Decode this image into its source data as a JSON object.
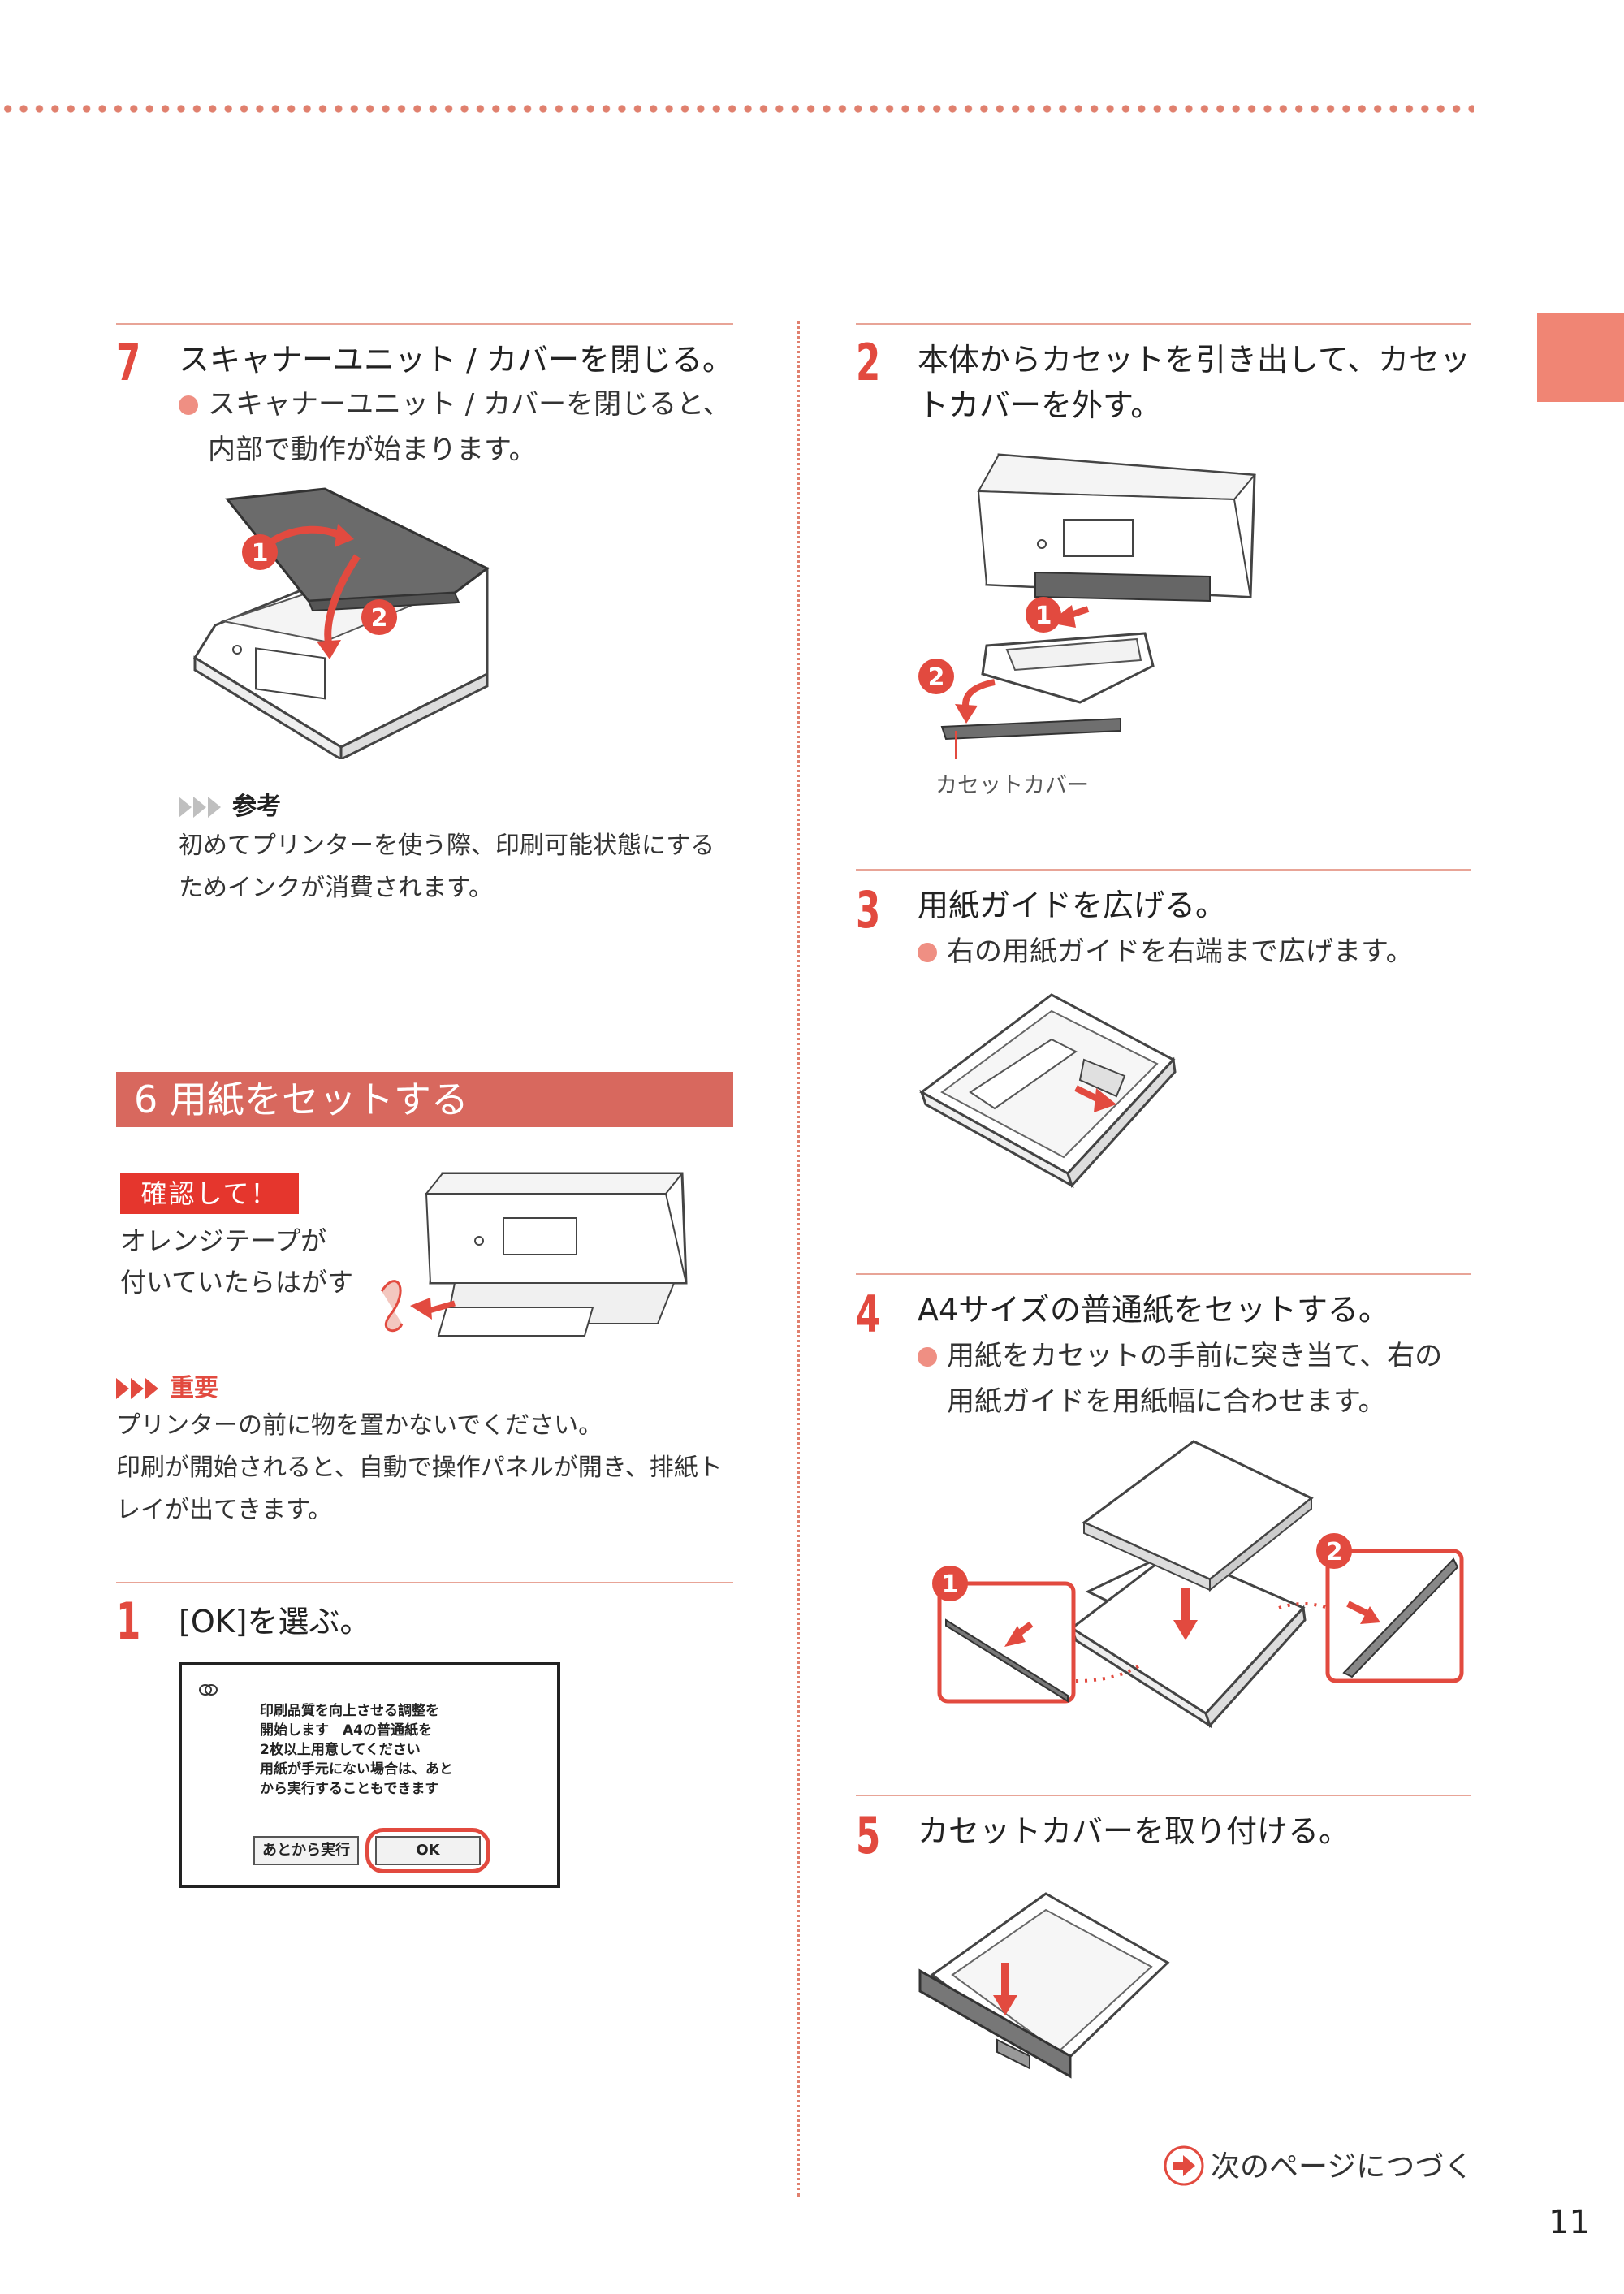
{
  "left": {
    "step7": {
      "number": "7",
      "title": "スキャナーユニット / カバーを閉じる。",
      "bullet_line1": "スキャナーユニット / カバーを閉じると、",
      "bullet_line2": "内部で動作が始まります。"
    },
    "note_ref": {
      "label": "参考",
      "line1": "初めてプリンターを使う際、印刷可能状態にする",
      "line2": "ためインクが消費されます。"
    },
    "section": {
      "title": "6 用紙をセットする"
    },
    "confirm": {
      "badge": "確認して！",
      "line1": "オレンジテープが",
      "line2": "付いていたらはがす"
    },
    "important": {
      "label": "重要",
      "line1": "プリンターの前に物を置かないでください。",
      "line2": "印刷が開始されると、自動で操作パネルが開き、排紙ト",
      "line3": "レイが出てきます。"
    },
    "step1": {
      "number": "1",
      "title": "[OK]を選ぶ。"
    },
    "dialog": {
      "line1": "印刷品質を向上させる調整を",
      "line2": "開始します　A4の普通紙を",
      "line3": "2枚以上用意してください",
      "line4": "用紙が手元にない場合は、あと",
      "line5": "から実行することもできます",
      "later_button": "あとから実行",
      "ok_button": "OK"
    }
  },
  "right": {
    "step2": {
      "number": "2",
      "title_line1": "本体からカセットを引き出して、カセッ",
      "title_line2": "トカバーを外す。",
      "caption": "カセットカバー"
    },
    "step3": {
      "number": "3",
      "title": "用紙ガイドを広げる。",
      "bullet": "右の用紙ガイドを右端まで広げます。"
    },
    "step4": {
      "number": "4",
      "title": "A4サイズの普通紙をセットする。",
      "bullet_line1": "用紙をカセットの手前に突き当て、右の",
      "bullet_line2": "用紙ガイドを用紙幅に合わせます。"
    },
    "step5": {
      "number": "5",
      "title": "カセットカバーを取り付ける。"
    },
    "callouts": {
      "one": "1",
      "two": "2"
    }
  },
  "footer": {
    "next": "次のページにつづく",
    "page_number": "11"
  },
  "colors": {
    "accent": "#e24a3f",
    "rule": "#e8a497",
    "tab": "#f08574",
    "section_bar": "#d8685e"
  }
}
